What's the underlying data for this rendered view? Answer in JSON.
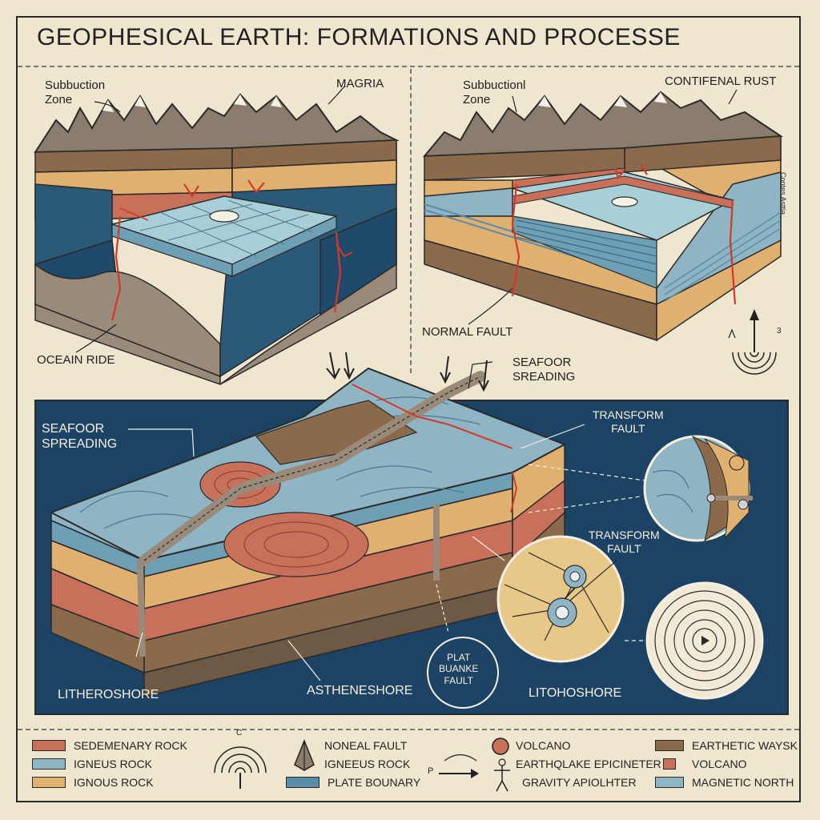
{
  "title": "GEOPHESICAL EARTH: FORMATIONS AND PROCESSE",
  "top_left": {
    "label_subduction": "Subbuction\nZone",
    "label_magma": "MAGRIA",
    "label_ridge": "OCEAIN RIDE"
  },
  "top_right": {
    "label_subduction": "Subbuctionl\nZone",
    "label_crust": "CONTIFENAL RUST",
    "label_fault": "NORMAL FAULT",
    "side_text": "Contes Asttia"
  },
  "bottom": {
    "label_seafloor_top": "SEAFOOR\nSREADING",
    "label_seafloor_left": "SEAFOOR\nSPREADING",
    "label_transform_1": "TRANSFORM\nFAULT",
    "label_transform_2": "TRANSFORM\nFAULT",
    "label_plate_fault": "PLAT\nBUANKE\nFAULT",
    "label_lithosphere": "LITHEROSHORE",
    "label_asthenosphere": "ASTHENESHORE",
    "label_lithosphere_2": "LITOHOSHORE"
  },
  "legend": {
    "items": [
      {
        "label": "SEDEMENARY ROCK",
        "color": "#c8705a"
      },
      {
        "label": "IGNEUS ROCK",
        "color": "#8fb5c4"
      },
      {
        "label": "IGNOUS ROCK",
        "color": "#e0b070"
      },
      {
        "label": "NONEAL FAULT",
        "icon": "pyramid-icon"
      },
      {
        "label": "IGNEEUS ROCK",
        "icon": "pyramid-icon"
      },
      {
        "label": "PLATE BOUNARY",
        "color": "#5a8ea8"
      },
      {
        "label": "VOLCANO",
        "color": "#c8705a"
      },
      {
        "label": "EARTHQLAKE EPICINETER",
        "icon": "figure-icon"
      },
      {
        "label": "GRAVITY APIOLHTER",
        "icon": "figure-icon"
      },
      {
        "label": "EARTHETIC WAYSK",
        "color": "#8a6a4a"
      },
      {
        "label": "VOLCANO",
        "color": "#c8705a"
      },
      {
        "label": "MAGNETIC NORTH",
        "color": "#8fb5c4"
      }
    ],
    "compass_top": "C",
    "arrow_p": "P"
  },
  "compass_right": "3",
  "colors": {
    "background": "#efe6cf",
    "sediment": "#c8705a",
    "igneous_blue": "#8fb5c4",
    "deep_blue": "#1f4a6a",
    "ochre": "#e0b070",
    "brown": "#8a6a4a",
    "fault_red": "#d23a2a",
    "panel_navy": "#1d4364"
  }
}
